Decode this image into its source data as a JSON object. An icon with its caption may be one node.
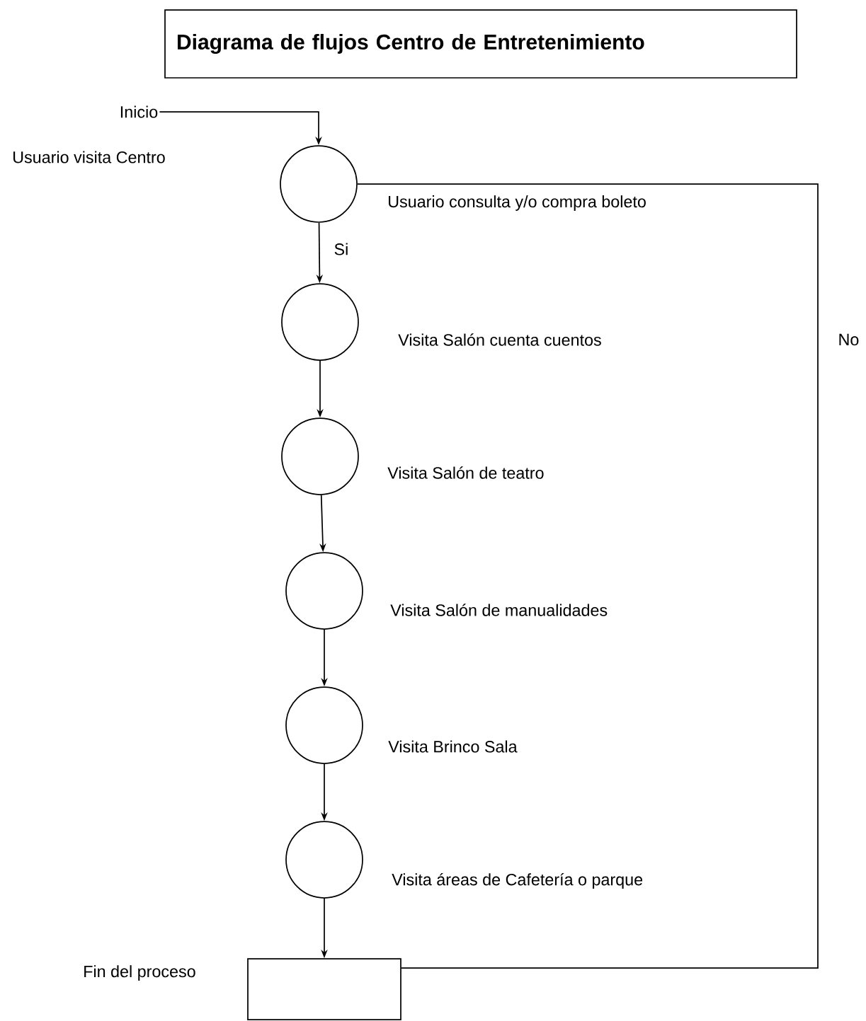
{
  "diagram": {
    "nodes": [
      {
        "text": [
          "Diagrama de flujos Centro de Entretenimiento"
        ]
      },
      {
        "text": [
          "Inicio"
        ]
      },
      {
        "text": [],
        "shape": "circle",
        "beside": [
          "Usuario consulta y/o compra boleto"
        ]
      },
      {
        "text": [],
        "shape": "circle",
        "beside": [
          "Visita Salón cuenta cuentos"
        ]
      },
      {
        "text": [],
        "shape": "circle",
        "beside": [
          "Visita Salón de teatro"
        ]
      },
      {
        "text": [],
        "shape": "circle",
        "beside": [
          "Visita Salón de manualidades"
        ]
      },
      {
        "text": [],
        "shape": "circle",
        "beside": [
          "Visita Brinco Sala"
        ]
      },
      {
        "text": [],
        "shape": "circle",
        "beside": [
          "Visita áreas de Cafetería o parque"
        ]
      },
      {
        "text": [],
        "shape": "box",
        "beside": [
          "Fin del proceso"
        ]
      }
    ],
    "edges": [
      {
        "from": 1,
        "to": 2,
        "arrow": "to"
      },
      {
        "from": 2,
        "to": 3,
        "arrow": "to",
        "label": "Si"
      },
      {
        "from": 3,
        "to": 4,
        "arrow": "to"
      },
      {
        "from": 4,
        "to": 5,
        "arrow": "to"
      },
      {
        "from": 5,
        "to": 6,
        "arrow": "to"
      },
      {
        "from": 6,
        "to": 7,
        "arrow": "to"
      },
      {
        "from": 7,
        "to": 8,
        "arrow": "to"
      },
      {
        "from": 2,
        "to": 8,
        "arrow": "none",
        "label": "No"
      }
    ],
    "labels": [
      "Usuario visita Centro"
    ]
  }
}
